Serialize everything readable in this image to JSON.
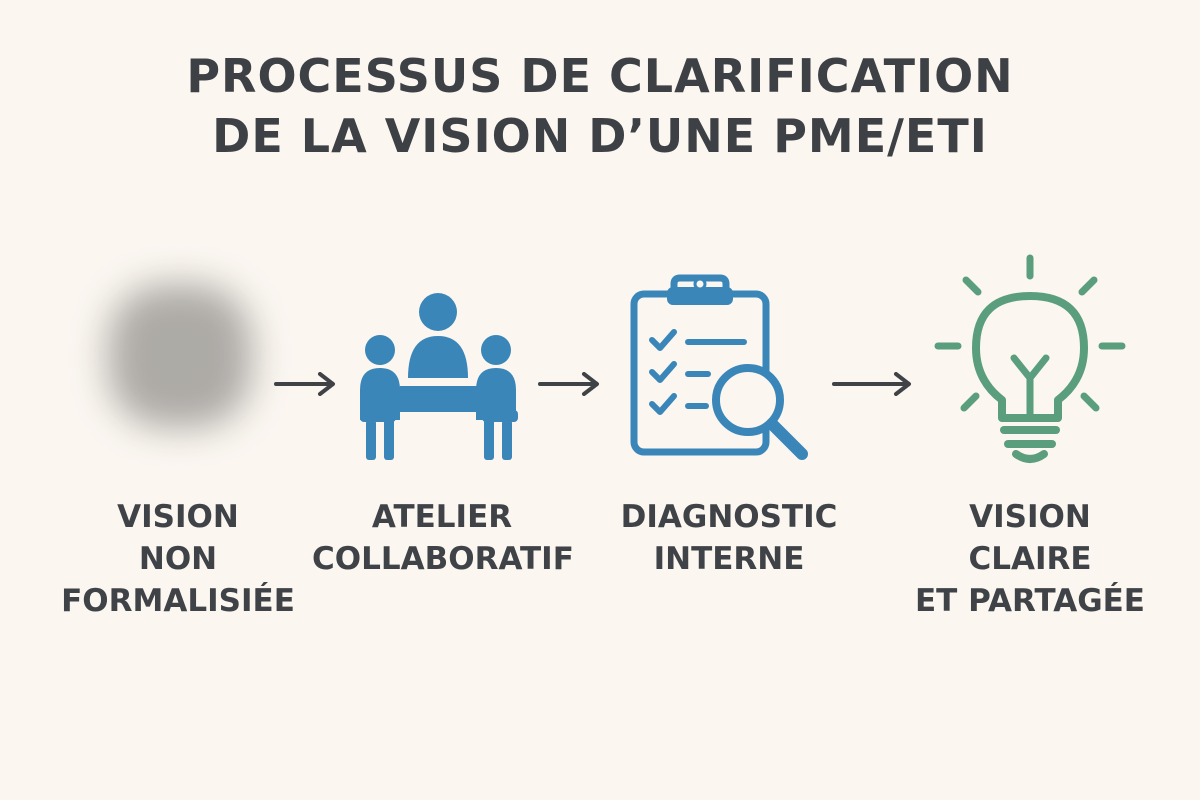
{
  "title": {
    "line1": "PROCESSUS DE CLARIFICATION",
    "line2": "DE LA VISION D’UNE PME/ETI"
  },
  "steps": [
    {
      "icon": "blurred-vision-icon",
      "label": [
        "VISION",
        "NON",
        "FORMALISIÉE"
      ]
    },
    {
      "icon": "meeting-team-icon",
      "label": [
        "ATELIER",
        "COLLABORATIF"
      ]
    },
    {
      "icon": "clipboard-magnifier-icon",
      "label": [
        "DIAGNOSTIC",
        "INTERNE"
      ]
    },
    {
      "icon": "light-bulb-icon",
      "label": [
        "VISION",
        "CLAIRE",
        "ET PARTAGÉE"
      ]
    }
  ],
  "colors": {
    "background": "#fbf6f0",
    "text": "#3f4347",
    "blue": "#3a86b8",
    "green": "#5a9e7e",
    "grey": "#a9a7a3"
  }
}
